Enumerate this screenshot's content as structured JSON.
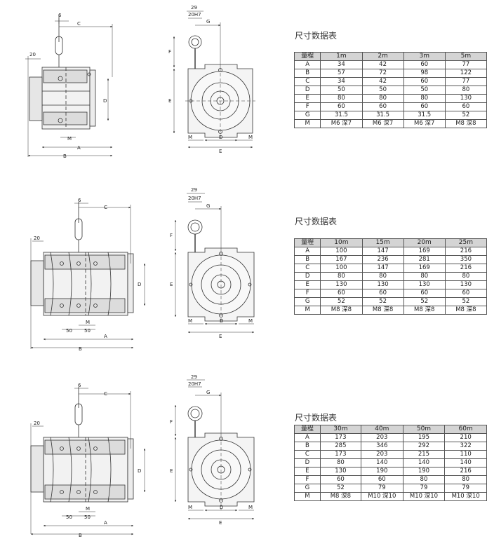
{
  "sections": [
    {
      "title": "尺寸数据表",
      "header": [
        "量程",
        "1m",
        "2m",
        "3m",
        "5m"
      ],
      "rows": [
        [
          "A",
          "34",
          "42",
          "60",
          "77"
        ],
        [
          "B",
          "57",
          "72",
          "98",
          "122"
        ],
        [
          "C",
          "34",
          "42",
          "60",
          "77"
        ],
        [
          "D",
          "50",
          "50",
          "50",
          "80"
        ],
        [
          "E",
          "80",
          "80",
          "80",
          "130"
        ],
        [
          "F",
          "60",
          "60",
          "60",
          "60"
        ],
        [
          "G",
          "31.5",
          "31.5",
          "31.5",
          "52"
        ],
        [
          "M",
          "M6 深7",
          "M6 深7",
          "M6 深7",
          "M8 深8"
        ]
      ],
      "side_labels": {
        "dim20": "20",
        "dim6": "6",
        "C": "C",
        "D": "D",
        "M": "M",
        "A": "A",
        "B": "B"
      },
      "front_labels": {
        "dim29": "29",
        "dim20h7": "20H7",
        "G": "G",
        "F": "F",
        "E_side": "E",
        "M_left": "M",
        "D": "D",
        "M_right": "M",
        "E_bottom": "E"
      }
    },
    {
      "title": "尺寸数据表",
      "header": [
        "量程",
        "10m",
        "15m",
        "20m",
        "25m"
      ],
      "rows": [
        [
          "A",
          "100",
          "147",
          "169",
          "216"
        ],
        [
          "B",
          "167",
          "236",
          "281",
          "350"
        ],
        [
          "C",
          "100",
          "147",
          "169",
          "216"
        ],
        [
          "D",
          "80",
          "80",
          "80",
          "80"
        ],
        [
          "E",
          "130",
          "130",
          "130",
          "130"
        ],
        [
          "F",
          "60",
          "60",
          "60",
          "60"
        ],
        [
          "G",
          "52",
          "52",
          "52",
          "52"
        ],
        [
          "M",
          "M8 深8",
          "M8 深8",
          "M8 深8",
          "M8 深8"
        ]
      ],
      "side_labels": {
        "dim20": "20",
        "dim6": "6",
        "C": "C",
        "D": "D",
        "M": "M",
        "dim50a": "50",
        "dim50b": "50",
        "A": "A",
        "B": "B"
      },
      "front_labels": {
        "dim29": "29",
        "dim20h7": "20H7",
        "G": "G",
        "F": "F",
        "E_side": "E",
        "M_left": "M",
        "D": "D",
        "M_right": "M",
        "E_bottom": "E"
      }
    },
    {
      "title": "尺寸数据表",
      "header": [
        "量程",
        "30m",
        "40m",
        "50m",
        "60m"
      ],
      "rows": [
        [
          "A",
          "173",
          "203",
          "195",
          "210"
        ],
        [
          "B",
          "285",
          "346",
          "292",
          "322"
        ],
        [
          "C",
          "173",
          "203",
          "215",
          "110"
        ],
        [
          "D",
          "80",
          "140",
          "140",
          "140"
        ],
        [
          "E",
          "130",
          "190",
          "190",
          "216"
        ],
        [
          "F",
          "60",
          "60",
          "80",
          "80"
        ],
        [
          "G",
          "52",
          "79",
          "79",
          "79"
        ],
        [
          "M",
          "M8 深8",
          "M10 深10",
          "M10 深10",
          "M10 深10"
        ]
      ],
      "side_labels": {
        "dim20": "20",
        "dim6": "6",
        "C": "C",
        "D": "D",
        "M": "M",
        "dim50a": "50",
        "dim50b": "50",
        "A": "A",
        "B": "B"
      },
      "front_labels": {
        "dim29": "29",
        "dim20h7": "20H7",
        "G": "G",
        "F": "F",
        "E_side": "E",
        "M_left": "M",
        "D": "D",
        "M_right": "M",
        "E_bottom": "E"
      }
    }
  ]
}
